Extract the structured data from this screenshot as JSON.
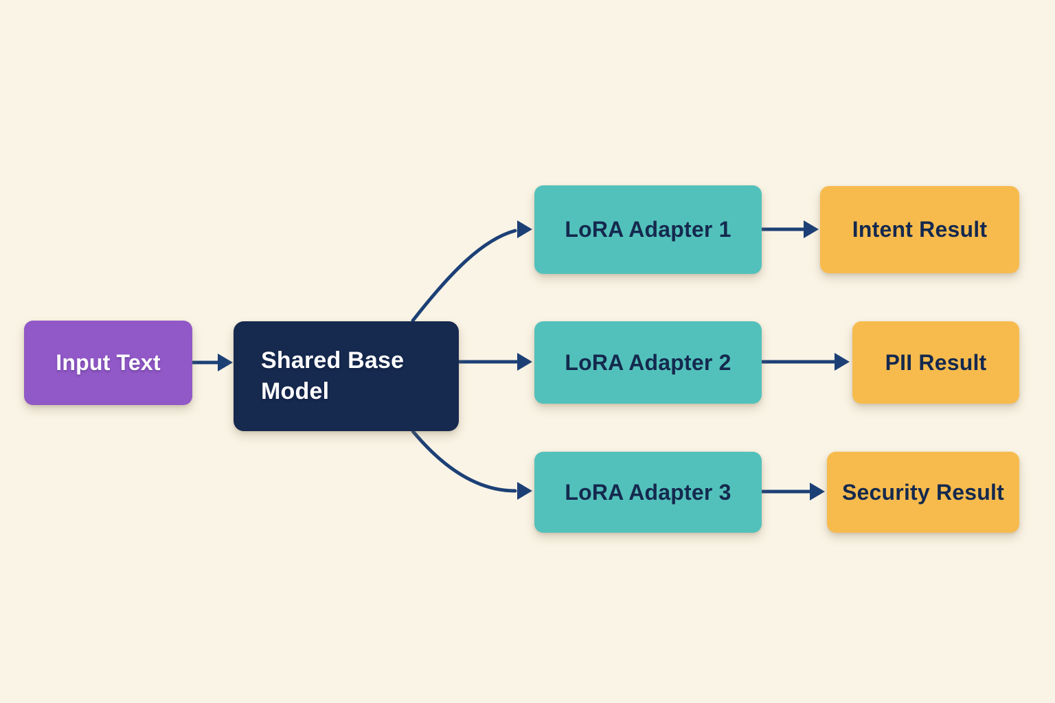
{
  "diagram": {
    "background": "#FAF4E6",
    "arrow_color": "#1C4076",
    "nodes": [
      {
        "id": "input-text",
        "label": "Input Text",
        "fill": "#9158C7",
        "text_color": "#FFFFFF"
      },
      {
        "id": "shared-base-model",
        "label": "Shared Base Model",
        "fill": "#16294E",
        "text_color": "#FFFFFF"
      },
      {
        "id": "lora-adapter-1",
        "label": "LoRA Adapter 1",
        "fill": "#53C1BB",
        "text_color": "#14294E"
      },
      {
        "id": "lora-adapter-2",
        "label": "LoRA Adapter 2",
        "fill": "#53C1BB",
        "text_color": "#14294E"
      },
      {
        "id": "lora-adapter-3",
        "label": "LoRA Adapter 3",
        "fill": "#53C1BB",
        "text_color": "#14294E"
      },
      {
        "id": "intent-result",
        "label": "Intent Result",
        "fill": "#F7BB4D",
        "text_color": "#14294E"
      },
      {
        "id": "pii-result",
        "label": "PII Result",
        "fill": "#F7BB4D",
        "text_color": "#14294E"
      },
      {
        "id": "security-result",
        "label": "Security Result",
        "fill": "#F7BB4D",
        "text_color": "#14294E"
      }
    ],
    "edges": [
      {
        "from": "input-text",
        "to": "shared-base-model"
      },
      {
        "from": "shared-base-model",
        "to": "lora-adapter-1"
      },
      {
        "from": "shared-base-model",
        "to": "lora-adapter-2"
      },
      {
        "from": "shared-base-model",
        "to": "lora-adapter-3"
      },
      {
        "from": "lora-adapter-1",
        "to": "intent-result"
      },
      {
        "from": "lora-adapter-2",
        "to": "pii-result"
      },
      {
        "from": "lora-adapter-3",
        "to": "security-result"
      }
    ]
  }
}
